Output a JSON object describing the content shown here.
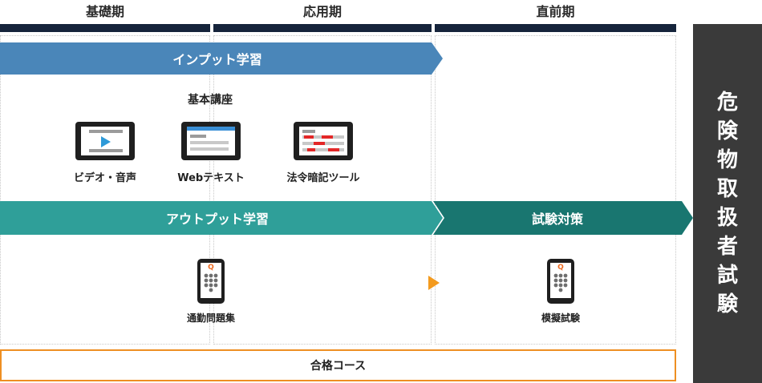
{
  "phases": {
    "basic": "基礎期",
    "applied": "応用期",
    "final": "直前期"
  },
  "input_banner": "インプット学習",
  "basic_course": {
    "title": "基本講座",
    "items": [
      "ビデオ・音声",
      "Webテキスト",
      "法令暗記ツール"
    ]
  },
  "output_banner": "アウトプット学習",
  "exam_prep_banner": "試験対策",
  "commute_drill": "通勤問題集",
  "mock_exam": "模擬試験",
  "phone_label": "Q",
  "course_name": "合格コース",
  "exam_title": [
    "危",
    "険",
    "物",
    "取",
    "扱",
    "者",
    "試",
    "験"
  ],
  "colors": {
    "input": "#4a86b9",
    "output": "#2f9f99",
    "exam_prep": "#197670",
    "phase_bar": "#16243b",
    "accent_orange": "#ee8f22",
    "sidebar": "#3a3a3a"
  }
}
